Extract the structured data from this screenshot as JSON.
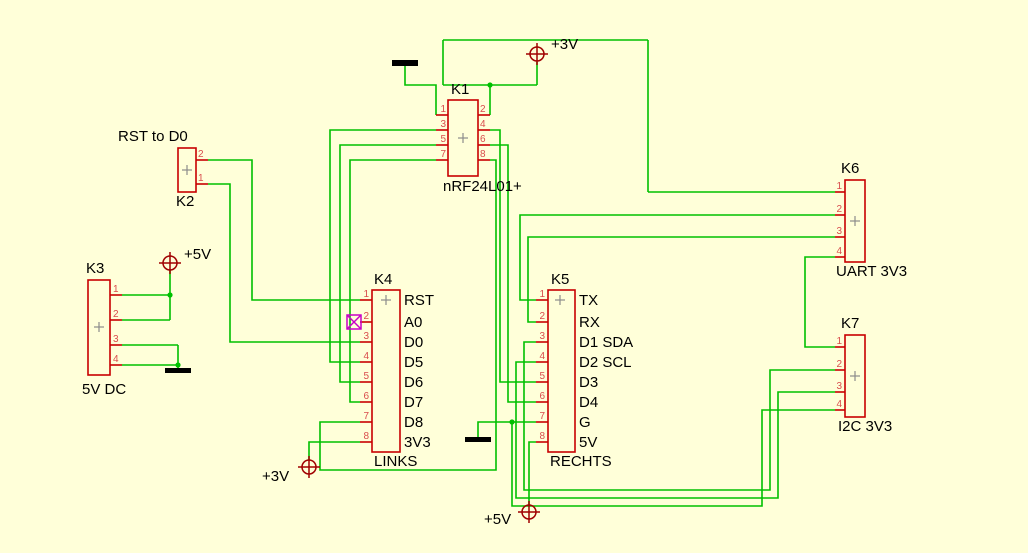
{
  "colors": {
    "background": "#FFFFD9",
    "wire": "#00C000",
    "symbol_outline": "#C80000",
    "pin_number": "#D94C4C",
    "text": "#000000",
    "no_connect": "#C800C8",
    "ground": "#000000",
    "power_symbol": "#A00000",
    "origin_cross": "#8C8C8C"
  },
  "components": {
    "k1": {
      "name": "K1",
      "value": "nRF24L01+",
      "pins_left": [
        "1",
        "3",
        "5",
        "7"
      ],
      "pins_right": [
        "2",
        "4",
        "6",
        "8"
      ]
    },
    "k2": {
      "name": "K2",
      "label": "RST to D0",
      "pins": [
        "2",
        "1"
      ]
    },
    "k3": {
      "name": "K3",
      "value": "5V DC",
      "pins": [
        "1",
        "2",
        "3",
        "4"
      ]
    },
    "k4": {
      "name": "K4",
      "value": "LINKS",
      "pins": [
        "1",
        "2",
        "3",
        "4",
        "5",
        "6",
        "7",
        "8"
      ],
      "pin_labels": [
        "RST",
        "A0",
        "D0",
        "D5",
        "D6",
        "D7",
        "D8",
        "3V3"
      ]
    },
    "k5": {
      "name": "K5",
      "value": "RECHTS",
      "pins": [
        "1",
        "2",
        "3",
        "4",
        "5",
        "6",
        "7",
        "8"
      ],
      "pin_labels": [
        "TX",
        "RX",
        "D1 SDA",
        "D2 SCL",
        "D3",
        "D4",
        "G",
        "5V"
      ]
    },
    "k6": {
      "name": "K6",
      "value": "UART 3V3",
      "pins": [
        "1",
        "2",
        "3",
        "4"
      ]
    },
    "k7": {
      "name": "K7",
      "value": "I2C 3V3",
      "pins": [
        "1",
        "2",
        "3",
        "4"
      ]
    }
  },
  "power_labels": {
    "top_3v": "+3V",
    "left_5v": "+5V",
    "bottom_left_3v": "+3V",
    "bottom_5v": "+5V"
  }
}
